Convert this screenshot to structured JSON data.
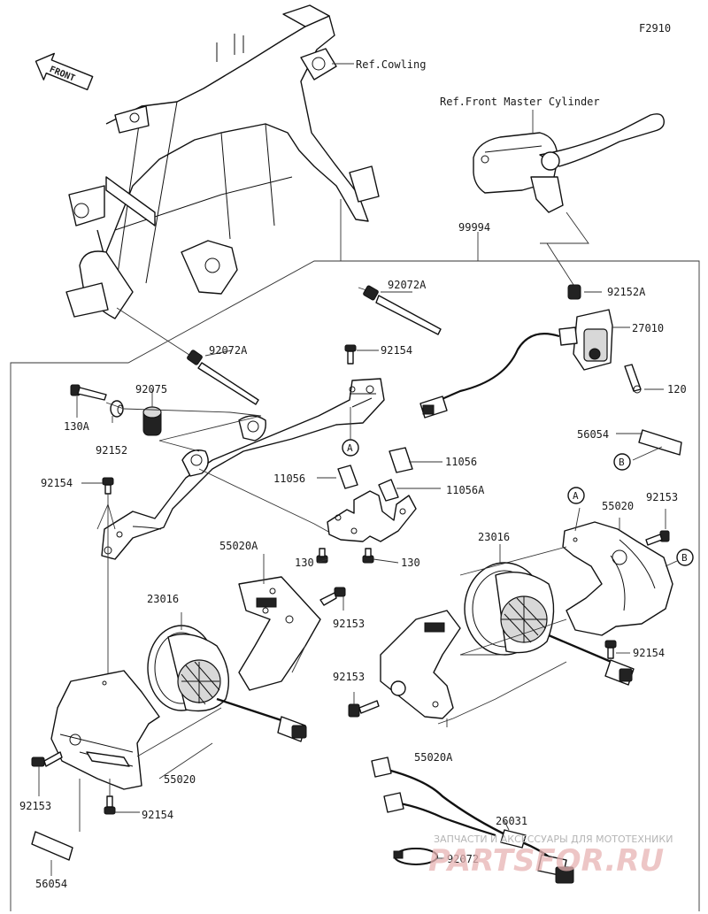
{
  "figure_code": "F2910",
  "front_label": "FRONT",
  "references": {
    "cowling": "Ref.Cowling",
    "master_cylinder": "Ref.Front Master Cylinder"
  },
  "parts": {
    "p99994": "99994",
    "p92072A_upper": "92072A",
    "p92072A_left": "92072A",
    "p92154_top": "92154",
    "p92152A": "92152A",
    "p27010": "27010",
    "p120": "120",
    "p92075": "92075",
    "p130A": "130A",
    "p92152": "92152",
    "p56054_right": "56054",
    "p11056_right": "11056",
    "p11056_left": "11056",
    "p11056A": "11056A",
    "p92154_left": "92154",
    "p130_left": "130",
    "p130_right": "130",
    "p55020A_left": "55020A",
    "p23016_left": "23016",
    "p92153_mid": "92153",
    "p23016_right": "23016",
    "p55020_right": "55020",
    "p92153_right": "92153",
    "p92154_right": "92154",
    "p92153_lower": "92153",
    "p55020A_right": "55020A",
    "p55020_left": "55020",
    "p92153_left": "92153",
    "p92154_bottom": "92154",
    "p26031": "26031",
    "p92072": "92072",
    "p56054_bottom": "56054"
  },
  "callouts": {
    "a1": "A",
    "a2": "A",
    "b1": "B",
    "b2": "B"
  },
  "watermark": {
    "caption": "ЗАПЧАСТИ И АКСЕССУАРЫ ДЛЯ МОТОТЕХНИКИ",
    "brand": "PARTSFOR.RU"
  }
}
